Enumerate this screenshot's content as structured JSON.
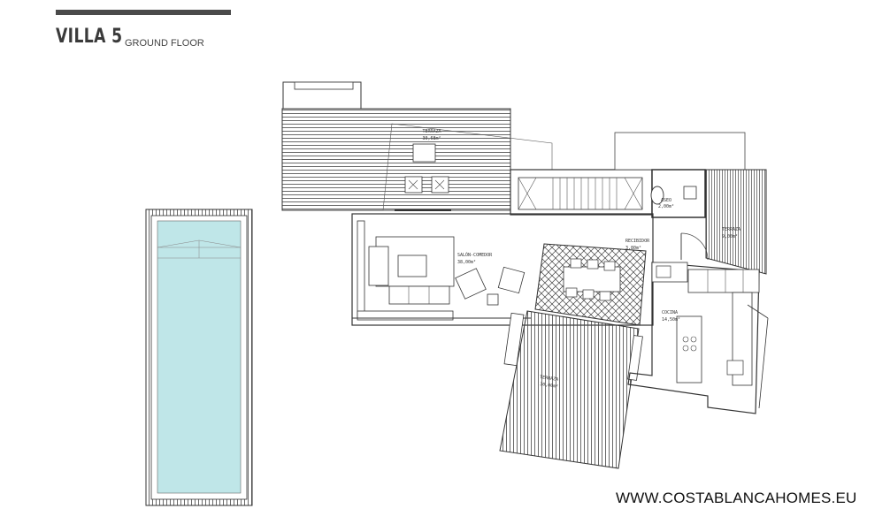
{
  "header": {
    "title": "VILLA 5",
    "subtitle": "GROUND FLOOR"
  },
  "rooms": {
    "terraza_top": {
      "name": "TERRAZA",
      "area": "30,68m²"
    },
    "salon": {
      "name": "SALÓN-COMEDOR",
      "area": "38,00m²"
    },
    "aseo": {
      "name": "ASEO",
      "area": "2,00m²"
    },
    "recibidor": {
      "name": "RECIBIDOR",
      "area": "3,80m²"
    },
    "terraza_right": {
      "name": "TERRAZA",
      "area": "9,00m²"
    },
    "cocina": {
      "name": "COCINA",
      "area": "14,50m²"
    },
    "terraza_bottom": {
      "name": "TERRAZA",
      "area": "30,00m²"
    }
  },
  "footer": {
    "website": "WWW.COSTABLANCAHOMES.EU"
  },
  "colors": {
    "line": "#3d3d3d",
    "pool_water": "#bfe6e8",
    "background": "#ffffff"
  }
}
